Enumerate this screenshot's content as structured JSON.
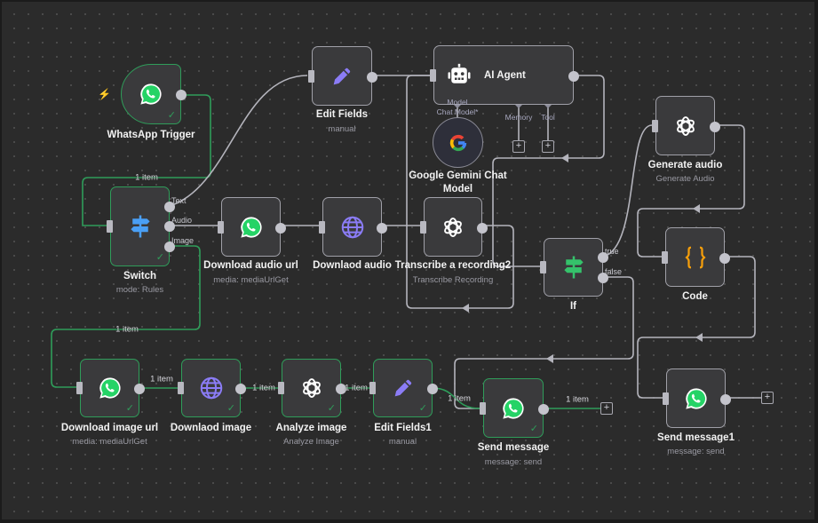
{
  "canvas": {
    "accent_success": "#2f9d5a",
    "edge_color": "#b4b4bc"
  },
  "nodes": [
    {
      "id": "trigger",
      "name": "WhatsApp Trigger",
      "subtitle": "",
      "icon": "whatsapp-icon",
      "executed": true,
      "is_trigger": true
    },
    {
      "id": "switch",
      "name": "Switch",
      "subtitle": "mode: Rules",
      "icon": "signpost-icon",
      "executed": true,
      "outputs": [
        "Text",
        "Audio",
        "Image"
      ]
    },
    {
      "id": "edit",
      "name": "Edit Fields",
      "subtitle": "manual",
      "icon": "pencil-icon",
      "executed": false
    },
    {
      "id": "agent",
      "name": "AI Agent",
      "subtitle": "",
      "icon": "robot-icon",
      "executed": false,
      "sub_inputs": [
        "Model",
        "Memory",
        "Tool"
      ]
    },
    {
      "id": "gemini",
      "name": "Google Gemini Chat Model",
      "subtitle": "",
      "icon": "google-icon",
      "executed": false,
      "port_label": "Chat Model*"
    },
    {
      "id": "dau",
      "name": "Download audio url",
      "subtitle": "media: mediaUrlGet",
      "icon": "whatsapp-icon",
      "executed": false
    },
    {
      "id": "da",
      "name": "Downlaod audio",
      "subtitle": "",
      "icon": "globe-icon",
      "executed": false
    },
    {
      "id": "tr",
      "name": "Transcribe a recording2",
      "subtitle": "Transcribe Recording",
      "icon": "openai-icon",
      "executed": false
    },
    {
      "id": "if",
      "name": "If",
      "subtitle": "",
      "icon": "signpost-green-icon",
      "executed": false,
      "outputs": [
        "true",
        "false"
      ]
    },
    {
      "id": "gen",
      "name": "Generate audio",
      "subtitle": "Generate Audio",
      "icon": "openai-icon",
      "executed": false
    },
    {
      "id": "code",
      "name": "Code",
      "subtitle": "",
      "icon": "code-braces-icon",
      "executed": false
    },
    {
      "id": "sm1",
      "name": "Send message1",
      "subtitle": "message: send",
      "icon": "whatsapp-icon",
      "executed": false
    },
    {
      "id": "diu",
      "name": "Download image url",
      "subtitle": "media: mediaUrlGet",
      "icon": "whatsapp-icon",
      "executed": true
    },
    {
      "id": "di",
      "name": "Downlaod image",
      "subtitle": "",
      "icon": "globe-icon",
      "executed": true
    },
    {
      "id": "ai",
      "name": "Analyze image",
      "subtitle": "Analyze Image",
      "icon": "openai-icon",
      "executed": true
    },
    {
      "id": "ef1",
      "name": "Edit Fields1",
      "subtitle": "manual",
      "icon": "pencil-icon",
      "executed": true
    },
    {
      "id": "sm",
      "name": "Send message",
      "subtitle": "message: send",
      "icon": "whatsapp-icon",
      "executed": true
    }
  ],
  "edge_labels": [
    "1 item",
    "1 item",
    "1 item",
    "1 item",
    "1 item",
    "1 item",
    "1 item"
  ],
  "add_button": "+"
}
